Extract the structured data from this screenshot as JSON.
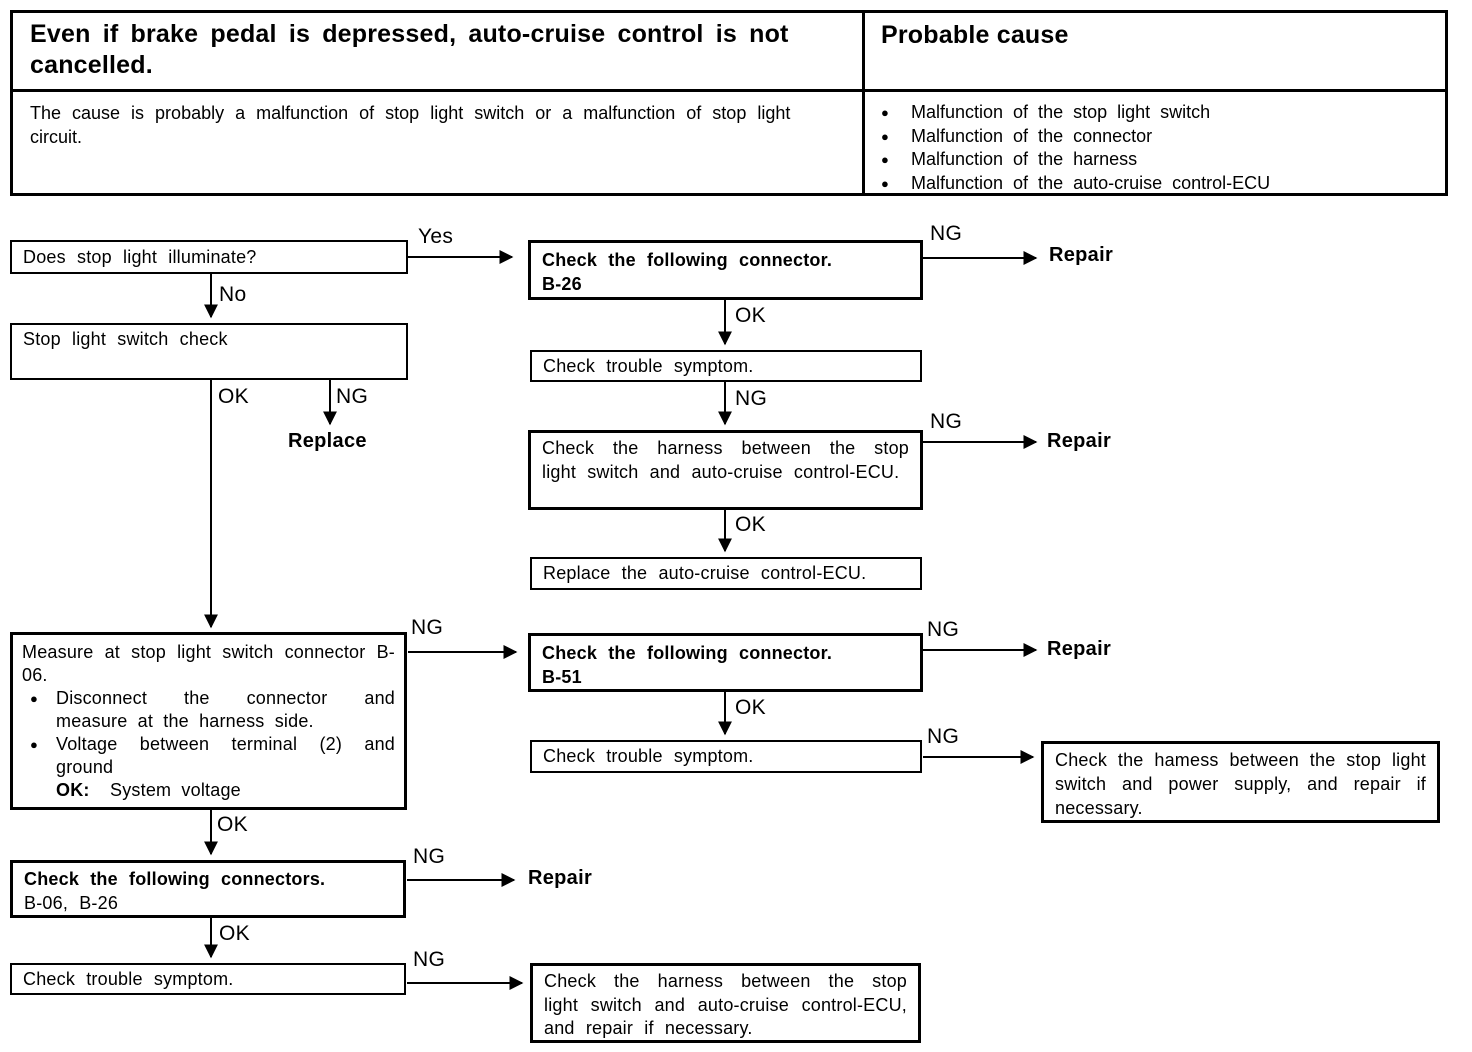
{
  "icons": {
    "bullet": "●"
  },
  "header_table": {
    "problem": {
      "title": "Even if brake pedal is depressed, auto-cruise control is not cancelled.",
      "description": "The cause is probably a malfunction of stop light switch or a malfunction of stop light circuit."
    },
    "probable_cause": {
      "title": "Probable cause",
      "items": [
        "Malfunction of the stop light switch",
        "Malfunction of the connector",
        "Malfunction of the harness",
        "Malfunction of the auto-cruise control-ECU"
      ]
    }
  },
  "flowchart": {
    "labels": {
      "yes": "Yes",
      "no": "No",
      "ok": "OK",
      "ng": "NG",
      "repair": "Repair",
      "replace": "Replace"
    },
    "nodes": {
      "does_stop_light_illuminate": {
        "text": "Does stop light illuminate?"
      },
      "stop_light_switch_check": {
        "text": "Stop light switch check"
      },
      "check_connector_b26": {
        "title": "Check the following connector.",
        "detail": "B-26"
      },
      "check_trouble_symptom_1": {
        "text": "Check trouble symptom."
      },
      "check_harness_stop_ecu": {
        "text": "Check the harness between the stop light switch and auto-cruise control-ECU."
      },
      "replace_ecu": {
        "text": "Replace the auto-cruise control-ECU."
      },
      "measure_stop_light_connector": {
        "title": "Measure at stop light switch connector B-06.",
        "bullets": [
          "Disconnect the connector and measure at the harness side.",
          "Voltage between terminal (2) and ground"
        ],
        "ok_label": "OK:",
        "ok_value": "System voltage"
      },
      "check_connector_b51": {
        "title": "Check the following connector.",
        "detail": "B-51"
      },
      "check_trouble_symptom_2": {
        "text": "Check trouble symptom."
      },
      "check_harness_power_supply": {
        "text": "Check the hamess between the stop light switch and power supply, and repair if necessary."
      },
      "check_connectors_b06_b26": {
        "title": "Check the following connectors.",
        "detail": "B-06, B-26"
      },
      "check_trouble_symptom_3": {
        "text": "Check trouble symptom."
      },
      "check_harness_ecu_repair": {
        "text": "Check the harness between the stop light switch and auto-cruise control-ECU, and repair if necessary."
      }
    }
  }
}
